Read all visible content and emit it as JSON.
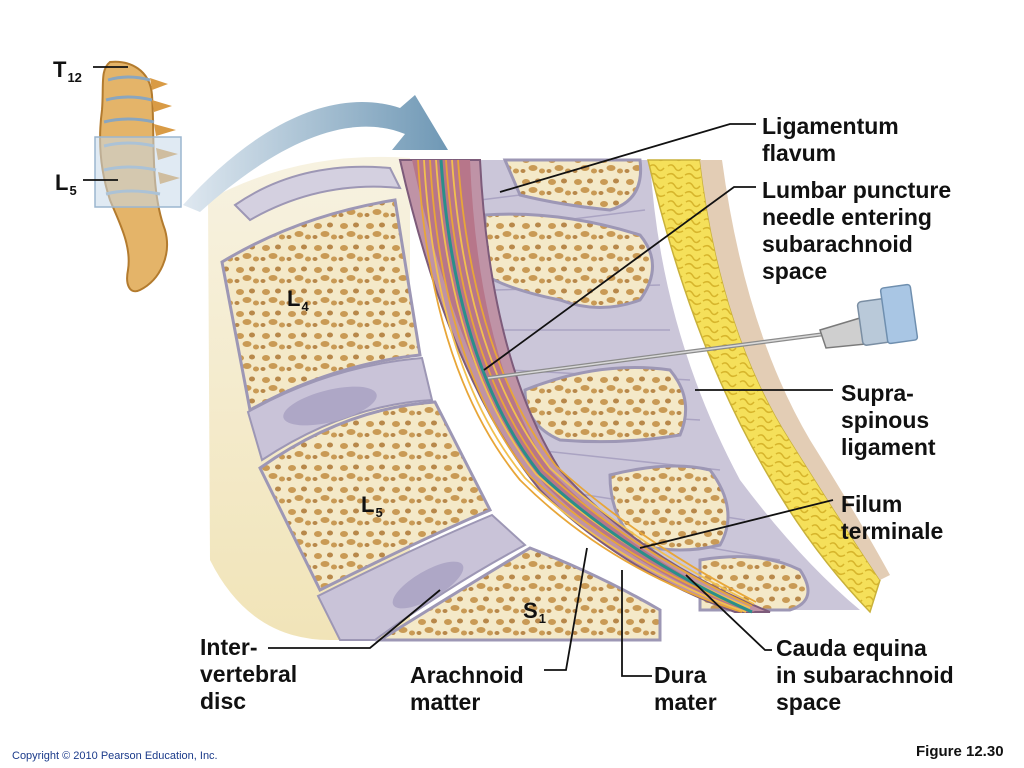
{
  "labels": {
    "ligamentum_flavum": [
      "Ligamentum",
      "flavum"
    ],
    "lumbar_puncture": [
      "Lumbar puncture",
      "needle entering",
      "subarachnoid",
      "space"
    ],
    "supraspinous": [
      "Supra-",
      "spinous",
      "ligament"
    ],
    "filum": [
      "Filum",
      "terminale"
    ],
    "cauda": [
      "Cauda equina",
      "in subarachnoid",
      "space"
    ],
    "dura": [
      "Dura",
      "mater"
    ],
    "arachnoid": [
      "Arachnoid",
      "matter"
    ],
    "intervertebral": [
      "Inter-",
      "vertebral",
      "disc"
    ]
  },
  "vertebrae": {
    "t12": {
      "letter": "T",
      "sub": "12"
    },
    "l5_small": {
      "letter": "L",
      "sub": "5"
    },
    "l4": {
      "letter": "L",
      "sub": "4"
    },
    "l5": {
      "letter": "L",
      "sub": "5"
    },
    "s1": {
      "letter": "S",
      "sub": "1"
    }
  },
  "footer": {
    "copyright": "Copyright © 2010 Pearson Education, Inc.",
    "figure": "Figure 12.30"
  },
  "colors": {
    "bone_fill": "#f2e6c4",
    "bone_spot": "#c99a55",
    "fat_yellow": "#f2dc4a",
    "ligament": "#c9c3d6",
    "dura": "#b38a9a",
    "cauda_orange": "#e6a23a",
    "teal": "#2a8f8a"
  }
}
